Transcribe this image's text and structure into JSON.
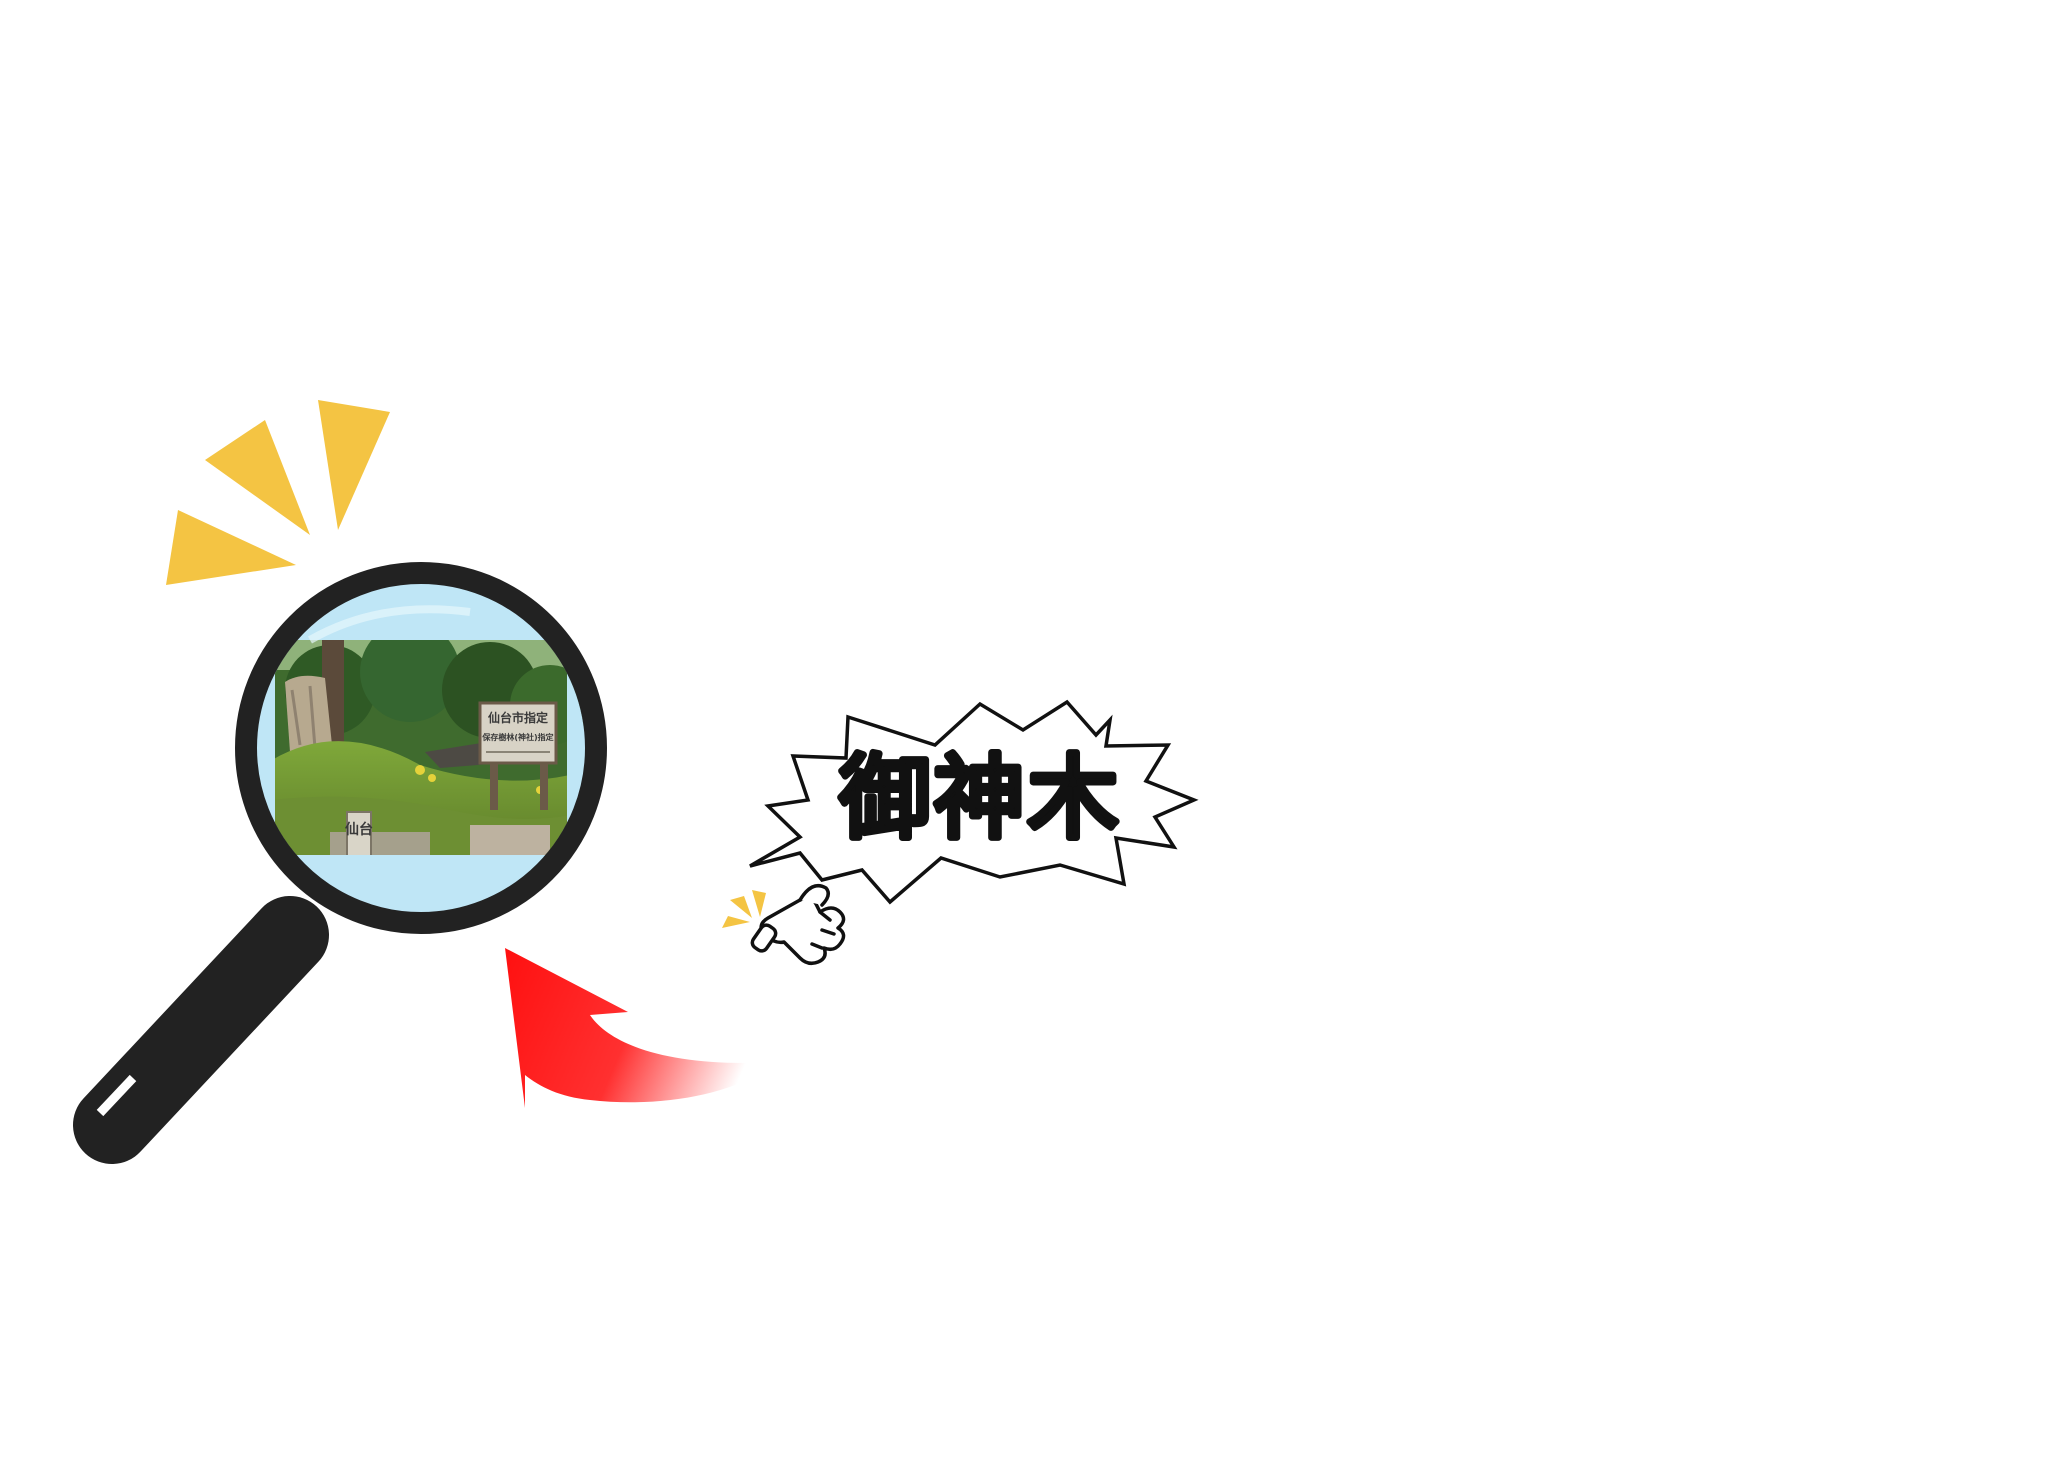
{
  "callout": {
    "text": "御神木"
  },
  "photo": {
    "sign_line_1": "仙台市指定",
    "sign_line_2": "保存樹林(神社)指定",
    "post_label": "仙台"
  },
  "colors": {
    "background": "#ffffff",
    "accent_yellow": "#f4c443",
    "arrow_red": "#ff1a1a",
    "magnifier_body": "#222222",
    "lens_glass": "#bfe6f6"
  },
  "icons": {
    "magnifier": "magnifying-glass-icon",
    "emphasis": "emphasis-lines-icon",
    "pointing_hand": "pointing-hand-icon",
    "curved_arrow": "curved-arrow-icon"
  }
}
